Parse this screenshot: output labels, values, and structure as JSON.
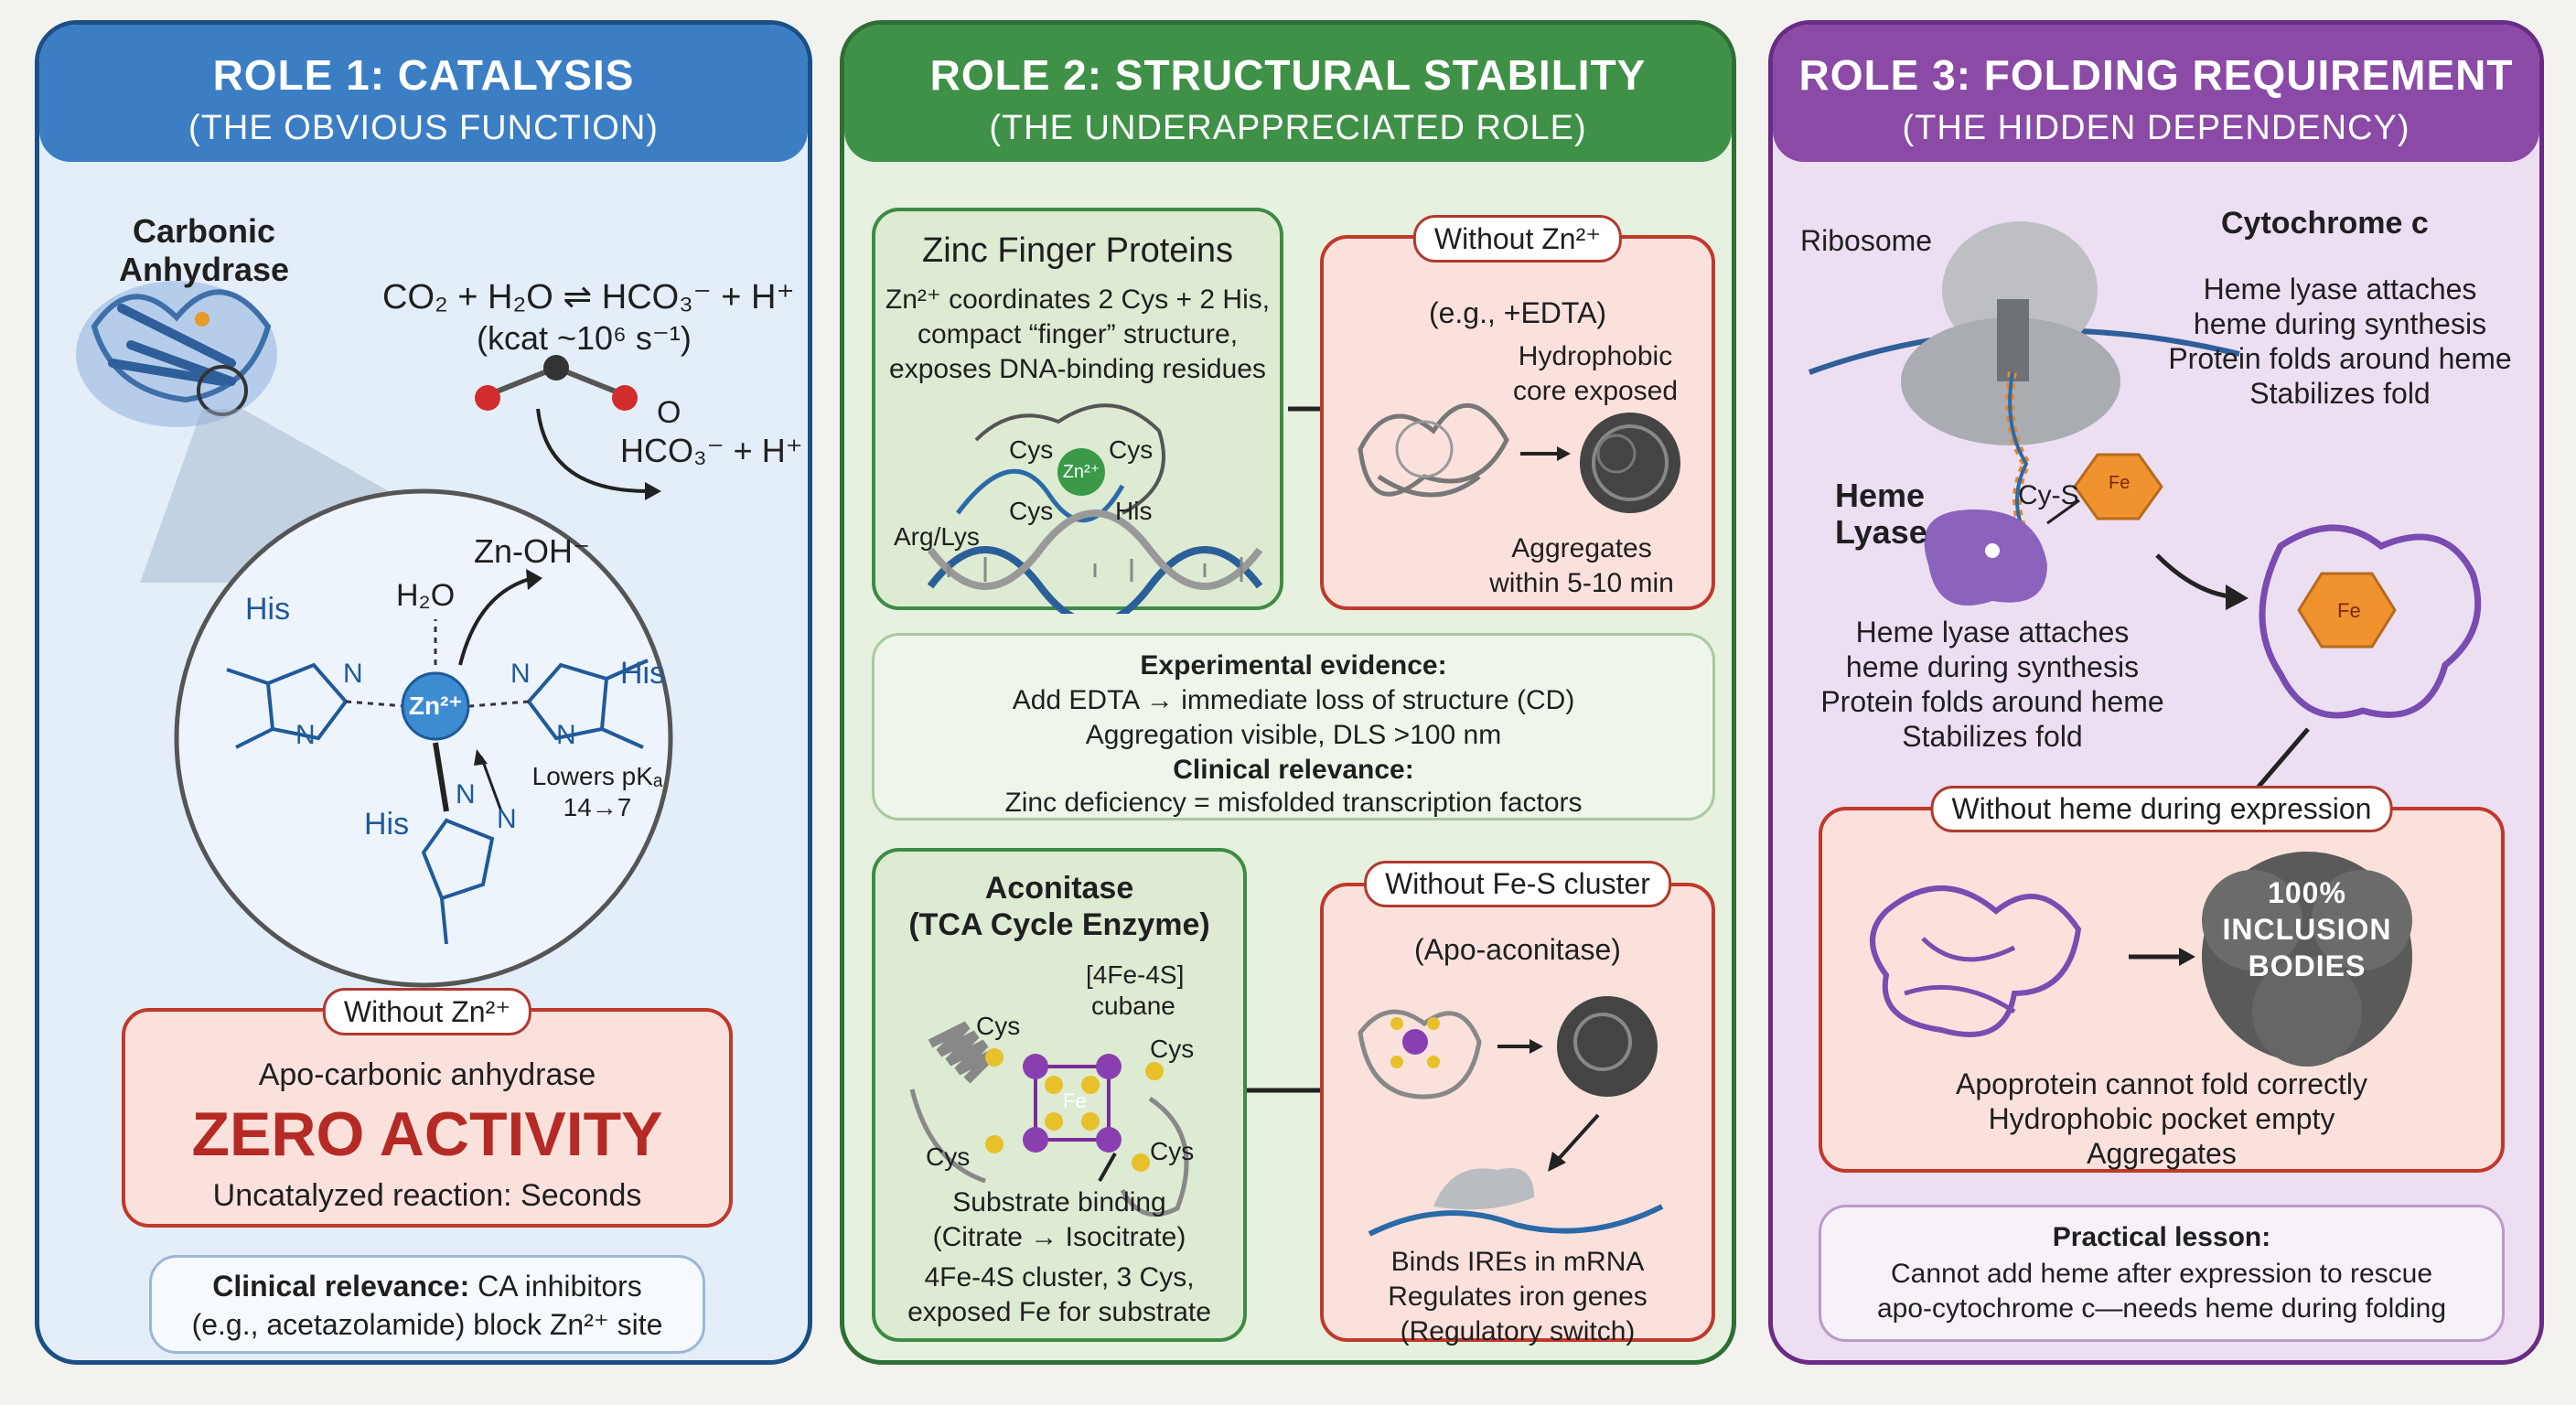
{
  "role1": {
    "title": "ROLE 1: CATALYSIS",
    "subtitle": "(THE OBVIOUS FUNCTION)",
    "protein_name": "Carbonic Anhydrase",
    "reaction": "CO₂ + H₂O ⇌ HCO₃⁻ + H⁺",
    "kcat": "(kcat ~10⁶ s⁻¹)",
    "product_o": "O",
    "product": "HCO₃⁻ + H⁺",
    "zn_oh": "Zn-OH⁻",
    "water": "H₂O",
    "zinc": "Zn²⁺",
    "his_1": "His",
    "his_2": "His",
    "his_3": "His",
    "n1": "N",
    "n2": "N",
    "n3": "N",
    "n4": "N",
    "n5": "N",
    "n6": "N",
    "pka_1": "Lowers pKₐ",
    "pka_2": "14→7",
    "without_label": "Without Zn²⁺",
    "apo": "Apo-carbonic anhydrase",
    "zero": "ZERO ACTIVITY",
    "uncatalyzed": "Uncatalyzed reaction: Seconds",
    "clinical_bold": "Clinical relevance:",
    "clinical_rest": " CA inhibitors",
    "clinical_2": "(e.g., acetazolamide) block Zn²⁺ site",
    "colors": {
      "header": "#3b7ec4",
      "zero_activity": "#b52a24"
    }
  },
  "role2": {
    "title": "ROLE 2: STRUCTURAL STABILITY",
    "subtitle": "(THE UNDERAPPRECIATED ROLE)",
    "zf_title": "Zinc Finger Proteins",
    "zf_desc": [
      "Zn²⁺ coordinates 2 Cys + 2 His,",
      "compact “finger” structure,",
      "exposes DNA-binding residues"
    ],
    "zf_labels": {
      "cys1": "Cys",
      "cys2": "Cys",
      "cys3": "Cys",
      "his": "His",
      "zn": "Zn²⁺",
      "arglys": "Arg/Lys"
    },
    "nozn_title": "Without Zn²⁺",
    "nozn_sub": "(e.g., +EDTA)",
    "hydro": [
      "Hydrophobic",
      "core exposed"
    ],
    "aggr": [
      "Aggregates",
      "within 5-10 min"
    ],
    "evidence_title": "Experimental evidence:",
    "evidence": [
      "Add EDTA → immediate loss of structure (CD)",
      "Aggregation visible, DLS >100 nm"
    ],
    "clinical_title": "Clinical relevance:",
    "clinical": "Zinc deficiency = misfolded transcription factors",
    "acon_title": [
      "Aconitase",
      "(TCA Cycle Enzyme)"
    ],
    "acon_labels": {
      "cluster": [
        "[4Fe-4S]",
        "cubane"
      ],
      "cys1": "Cys",
      "cys2": "Cys",
      "cys3": "Cys",
      "cys4": "Cys",
      "fe": "Fe"
    },
    "acon_desc": [
      "Substrate binding",
      "(Citrate → Isocitrate)",
      "4Fe-4S cluster, 3 Cys,",
      "exposed Fe for substrate"
    ],
    "nofes_title": "Without Fe-S cluster",
    "nofes_sub": "(Apo-aconitase)",
    "ire": [
      "Binds IREs in mRNA",
      "Regulates iron genes",
      "(Regulatory switch)"
    ],
    "colors": {
      "header": "#3f9147"
    }
  },
  "role3": {
    "title": "ROLE 3: FOLDING REQUIREMENT",
    "subtitle": "(THE HIDDEN DEPENDENCY)",
    "ribosome": "Ribosome",
    "cytc": "Cytochrome c",
    "top_text": [
      "Heme lyase attaches",
      "heme during synthesis",
      "Protein folds around heme",
      "Stabilizes fold"
    ],
    "heme_lyase": [
      "Heme",
      "Lyase"
    ],
    "cys_s": "Cy-S",
    "fe": "Fe",
    "mid_text": [
      "Heme lyase attaches",
      "heme during synthesis",
      "Protein folds around heme",
      "Stabilizes fold"
    ],
    "without_heme": "Without heme during expression",
    "inclusion": [
      "100%",
      "INCLUSION",
      "BODIES"
    ],
    "apo_text": [
      "Apoprotein cannot fold correctly",
      "Hydrophobic pocket empty",
      "Aggregates"
    ],
    "lesson_title": "Practical lesson:",
    "lesson": [
      "Cannot add heme after expression to rescue",
      "apo-cytochrome c—needs heme during folding"
    ],
    "colors": {
      "header": "#8a4aa6"
    }
  }
}
